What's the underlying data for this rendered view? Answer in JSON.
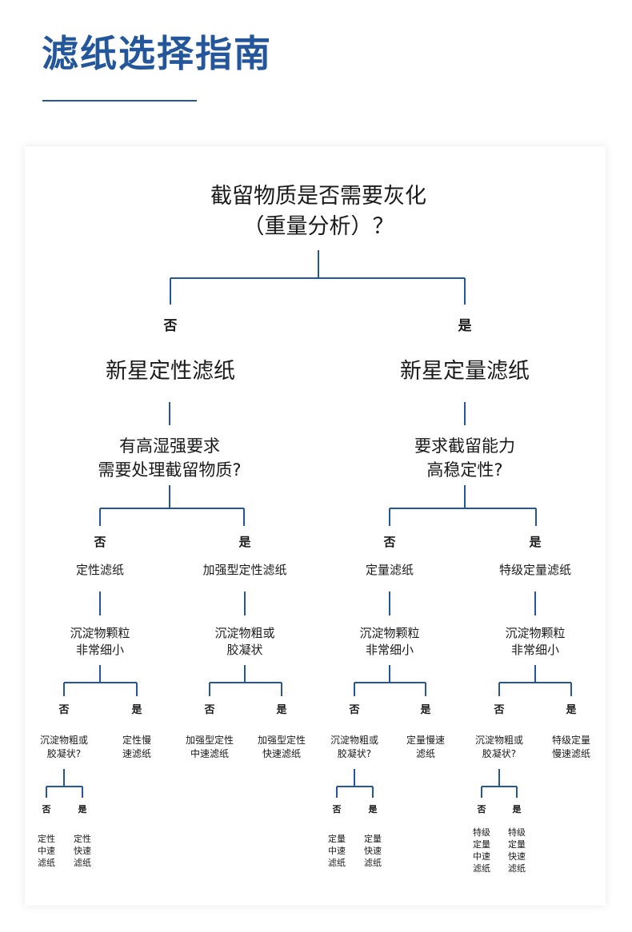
{
  "title": "滤纸选择指南",
  "colors": {
    "accent": "#23569a",
    "line": "#23569a",
    "text": "#1a1a1a"
  },
  "tree": {
    "root_question": "截留物质是否需要灰化\n（重量分析）？",
    "no": "否",
    "yes": "是",
    "left": {
      "paper": "新星定性滤纸",
      "question": "有高湿强要求\n需要处理截留物质?",
      "no_branch": {
        "label": "定性滤纸",
        "question": "沉淀物颗粒\n非常细小",
        "no_label": "沉淀物粗或\n胶凝状?",
        "no_no": "定性\n中速\n滤纸",
        "no_yes": "定性\n快速\n滤纸",
        "yes_label": "定性慢\n速滤纸"
      },
      "yes_branch": {
        "label": "加强型定性滤纸",
        "question": "沉淀物粗或\n胶凝状",
        "no_label": "加强型定性\n中速滤纸",
        "yes_label": "加强型定性\n快速滤纸"
      }
    },
    "right": {
      "paper": "新星定量滤纸",
      "question": "要求截留能力\n高稳定性?",
      "no_branch": {
        "label": "定量滤纸",
        "question": "沉淀物颗粒\n非常细小",
        "no_label": "沉淀物粗或\n胶凝状?",
        "no_no": "定量\n中速\n滤纸",
        "no_yes": "定量\n快速\n滤纸",
        "yes_label": "定量慢速\n滤纸"
      },
      "yes_branch": {
        "label": "特级定量滤纸",
        "question": "沉淀物颗粒\n非常细小",
        "no_label": "沉淀物粗或\n胶凝状?",
        "no_no": "特级\n定量\n中速\n滤纸",
        "no_yes": "特级\n定量\n快速\n滤纸",
        "yes_label": "特级定量\n慢速滤纸"
      }
    }
  }
}
